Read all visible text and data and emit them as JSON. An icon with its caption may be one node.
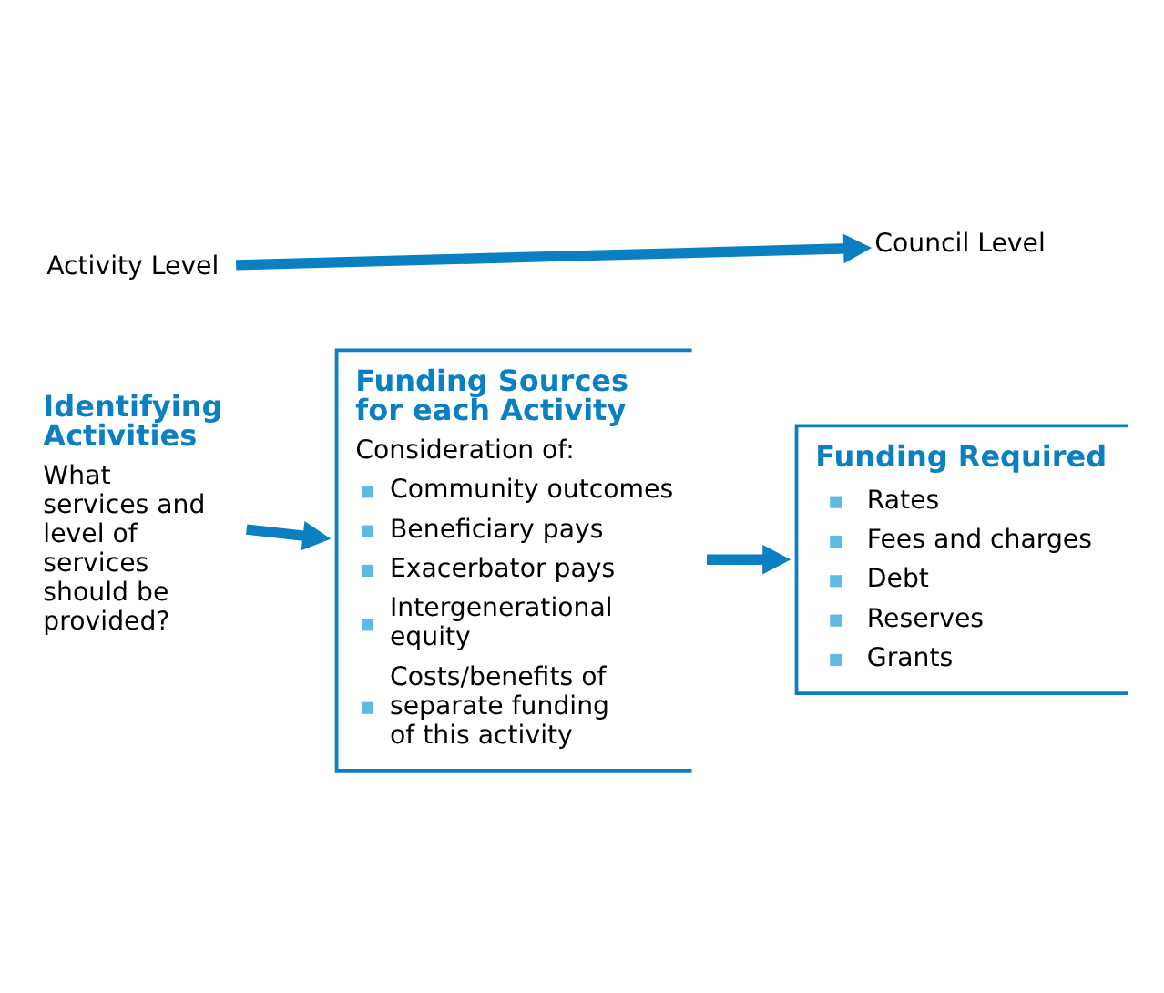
{
  "diagram": {
    "nodes": [
      {
        "text": [
          "Activity Level"
        ]
      },
      {
        "text": [
          "Council Level"
        ]
      },
      {
        "text": [
          "Identifying Activities",
          "What services and level of services should be provided?"
        ]
      },
      {
        "text": [
          "Funding Sources for each Activity",
          "Consideration of:",
          "Community outcomes",
          "Beneficiary pays",
          "Exacerbator pays",
          "Intergenerational equity",
          "Costs/benefits of separate funding of this activity"
        ]
      },
      {
        "text": [
          "Funding Required",
          "Rates",
          "Fees and charges",
          "Debt",
          "Reserves",
          "Grants"
        ]
      }
    ],
    "edges": [
      {
        "from": 0,
        "to": 1,
        "arrow": "to"
      },
      {
        "from": 2,
        "to": 3,
        "arrow": "to"
      },
      {
        "from": 3,
        "to": 4,
        "arrow": "to"
      }
    ]
  }
}
